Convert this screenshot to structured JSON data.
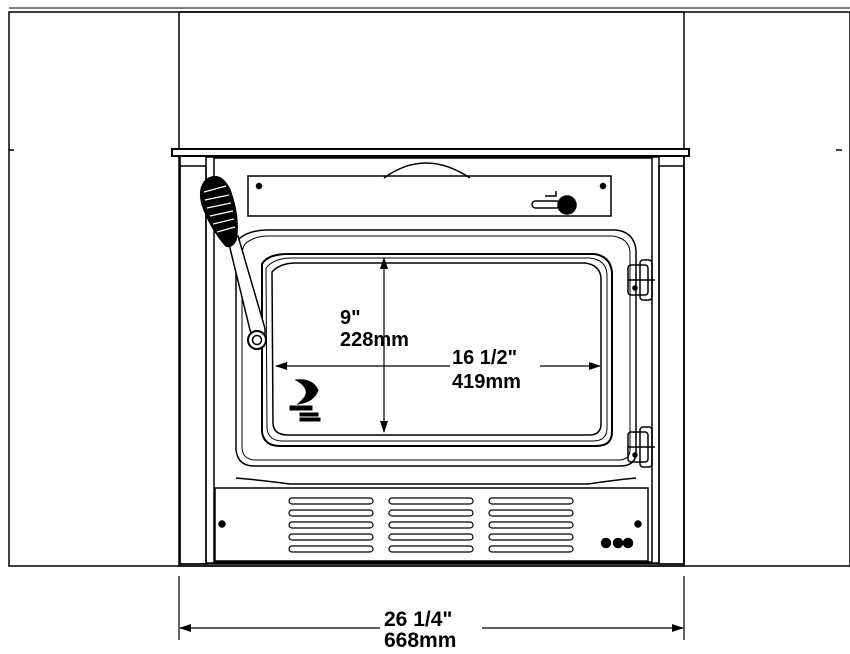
{
  "diagram": {
    "dimensions": {
      "glass_height": {
        "imperial": "9\"",
        "metric": "228mm"
      },
      "glass_width": {
        "imperial": "16  1/2\"",
        "metric": "419mm"
      },
      "overall_width": {
        "imperial": "26  1/4\"",
        "metric": "668mm"
      }
    }
  },
  "colors": {
    "line": "#000000",
    "background": "#ffffff"
  }
}
